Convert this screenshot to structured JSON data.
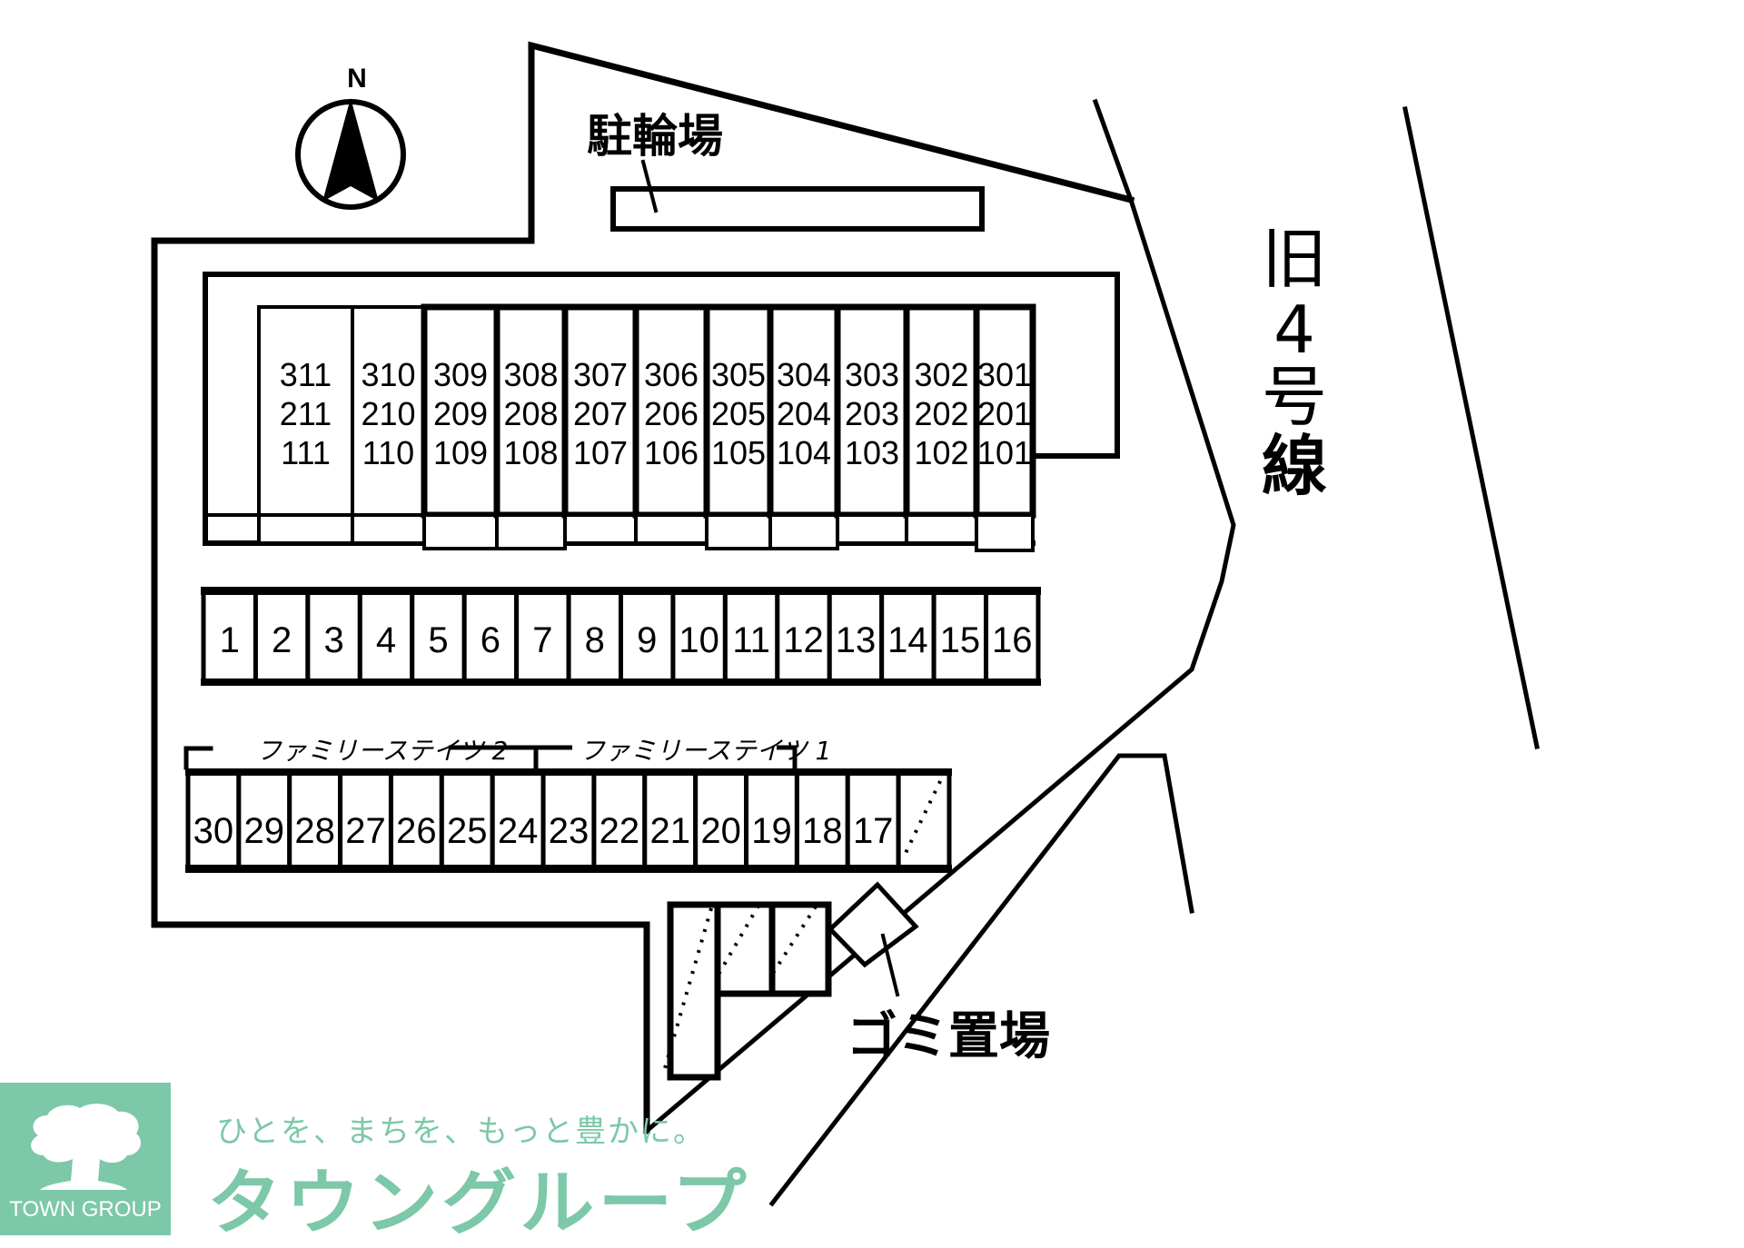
{
  "compass": {
    "label": "N",
    "icon": "north-arrow-icon"
  },
  "labels": {
    "bicycle_parking": "駐輪場",
    "road": [
      "旧",
      "4",
      "号",
      "線"
    ],
    "garbage": "ゴミ置場",
    "family_states_2": "ファミリーステイツ 2",
    "family_states_1": "ファミリーステイツ 1"
  },
  "building": {
    "columns": [
      [
        "311",
        "211",
        "111"
      ],
      [
        "310",
        "210",
        "110"
      ],
      [
        "309",
        "209",
        "109"
      ],
      [
        "308",
        "208",
        "108"
      ],
      [
        "307",
        "207",
        "107"
      ],
      [
        "306",
        "206",
        "106"
      ],
      [
        "305",
        "205",
        "105"
      ],
      [
        "304",
        "204",
        "104"
      ],
      [
        "303",
        "203",
        "103"
      ],
      [
        "302",
        "202",
        "102"
      ],
      [
        "301",
        "201",
        "101"
      ]
    ]
  },
  "parking_row_1": [
    "1",
    "2",
    "3",
    "4",
    "5",
    "6",
    "7",
    "8",
    "9",
    "10",
    "11",
    "12",
    "13",
    "14",
    "15",
    "16"
  ],
  "parking_row_2": [
    "30",
    "29",
    "28",
    "27",
    "26",
    "25",
    "24",
    "23",
    "22",
    "21",
    "20",
    "19",
    "18",
    "17",
    ""
  ],
  "branding": {
    "logo_text": "TOWN GROUP",
    "tagline": "ひとを、まちを、もっと豊かに。",
    "name": "タウングループ",
    "color": "#7cc8a8"
  }
}
